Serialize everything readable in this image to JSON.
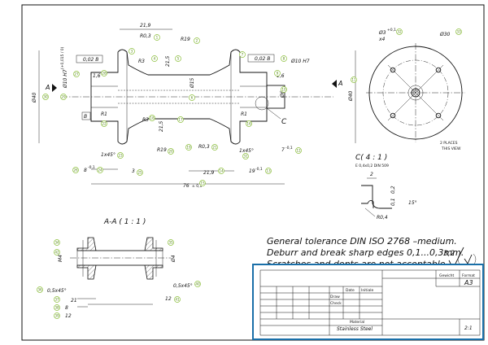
{
  "main_view": {
    "dims": {
      "d21_9_top": "21,9",
      "r0_3_top": "R0,3",
      "r19_top": "R19",
      "r3_left": "R3",
      "d21_5_top": "21,5",
      "d15": "Ø15",
      "d40_left": "Ø40",
      "d40_right": "Ø40",
      "d10h7_left": "Ø10 H7",
      "d10h7_right": "Ø10 H7",
      "tol_left": "(+0,015 / 0)",
      "d6": "Ø6",
      "r1_left": "R1",
      "r1_right": "R1",
      "r3_mid": "R3",
      "r19_bot": "R19",
      "r0_3_bot": "R0,3",
      "d21_5_bot": "21,5",
      "c_ref": "C",
      "ch_1x45_left": "1x45°",
      "ch_1x45_right": "1x45°",
      "d8": "8",
      "d8_tol": "-0,1",
      "d3": "3",
      "d21_9_bot": "21,9",
      "d19": "19",
      "d19_tol": "-0,1",
      "d7": "7",
      "d7_tol": "-0,1",
      "d76": "76",
      "d76_tol": "± 0,1",
      "d1_6_left": "1,6",
      "d1_6_right": "1,6",
      "gtol_left": "0,02 B",
      "gtol_right": "0,02 B",
      "datum_b": "B",
      "section_a_left": "A",
      "section_a_right": "A"
    },
    "balloons": [
      "1",
      "2",
      "3",
      "4",
      "5",
      "6",
      "7",
      "8",
      "9",
      "10",
      "11",
      "12",
      "13",
      "14",
      "15",
      "16",
      "17",
      "18",
      "19",
      "20",
      "21",
      "22",
      "23",
      "24",
      "25",
      "26",
      "27",
      "28",
      "29",
      "30",
      "31"
    ]
  },
  "end_view": {
    "holes": "Ø3",
    "holes_tol": "+0,1",
    "holes_count": "x4",
    "pcd": "Ø30",
    "note_line1": "2 PLACES",
    "note_line2": "THIS VIEW",
    "balloons": [
      "32",
      "33"
    ]
  },
  "detail_c": {
    "title": "C( 4 : 1 )",
    "subtitle": "E 0,4x0,2 DIN 509",
    "d2": "2",
    "d0_2": "0,2",
    "d0_1": "0,1",
    "angle": "15°",
    "r0_4": "R0,4"
  },
  "section_aa": {
    "title": "A-A ( 1 : 1 )",
    "m4": "M4",
    "d4": "Ø4",
    "ch_left": "0,5x45°",
    "ch_right": "0,5x45°",
    "d8": "8",
    "d12_left": "12",
    "d12_right": "12",
    "d21": "21",
    "balloons": [
      "34",
      "35",
      "36",
      "37",
      "38",
      "39",
      "40",
      "41",
      "42"
    ]
  },
  "notes": {
    "line1": "General tolerance DIN ISO 2768 –medium.",
    "line2": "Deburr and break sharp edges 0,1...0,3mm.",
    "line3": "Scratches and dents are not acceptable.",
    "surface": "3,2",
    "surface_symbol": "(√)"
  },
  "title_block": {
    "gewicht": "Gewicht",
    "format_label": "Format",
    "format_value": "A3",
    "date_label": "Date",
    "initials_label": "Initiale",
    "draw_label": "Draw",
    "check_label": "Check",
    "material_label": "Material",
    "material_value": "Stainless Steel",
    "scale": "2:1"
  },
  "colors": {
    "highlight": "#1a6fa8",
    "balloon": "#8bbf3a",
    "line": "#111111"
  }
}
